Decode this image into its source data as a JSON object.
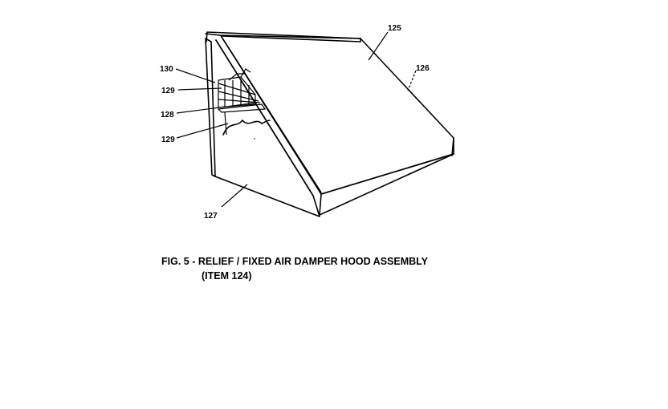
{
  "figure": {
    "caption_line1": "FIG. 5 - RELIEF / FIXED AIR DAMPER HOOD ASSEMBLY",
    "caption_line2": "(ITEM 124)"
  },
  "callouts": {
    "c125": "125",
    "c126": "126",
    "c130": "130",
    "c129_top": "129",
    "c128": "128",
    "c129_bottom": "129",
    "c127": "127"
  },
  "colors": {
    "ink": "#000000",
    "paper": "#ffffff"
  }
}
